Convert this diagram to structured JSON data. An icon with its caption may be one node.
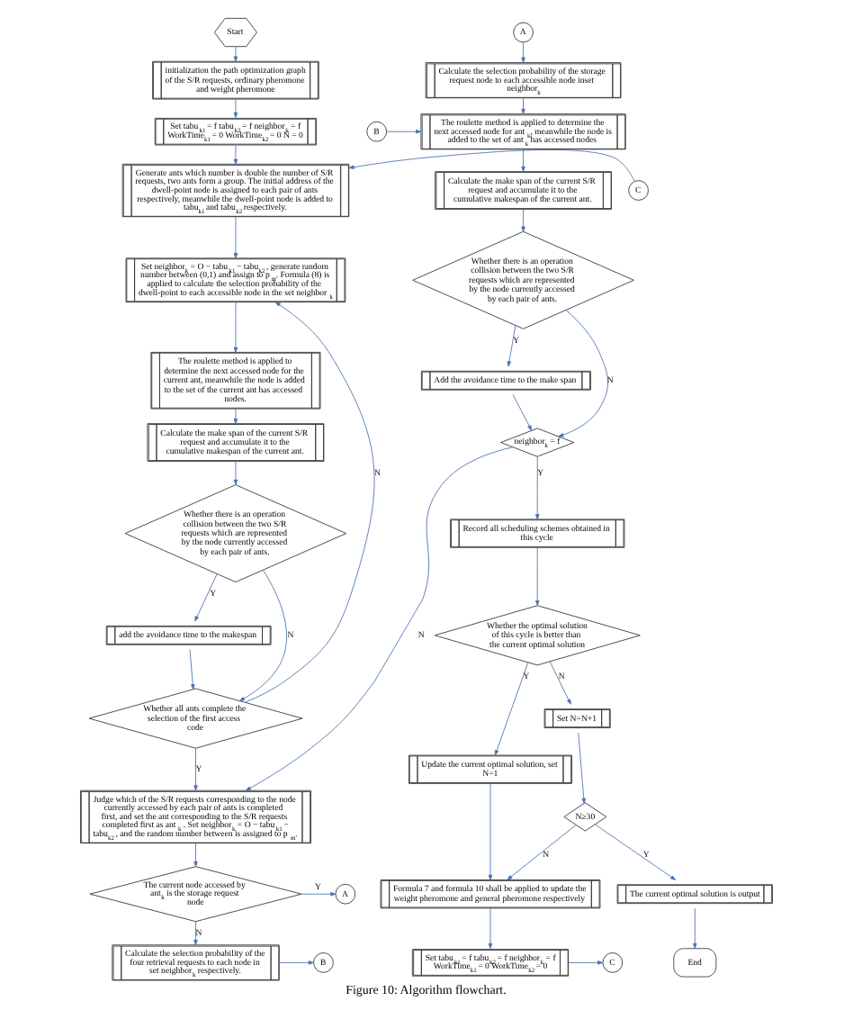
{
  "diagram": {
    "caption": "Figure 10: Algorithm flowchart.",
    "nodes": [
      {
        "text": [
          "Start"
        ]
      },
      {
        "text": [
          "initialization the path optimization graph of the S/R requests, ordinary pheromone and weight pheromone"
        ]
      },
      {
        "text": [
          "Set tabu$_{k1}$ = f tabu$_{k2}$ = f neighbor$_{k}$ = f WorkTime$_{k1}$ = 0 WorkTime$_{k2}$ = 0 N = 0"
        ]
      },
      {
        "text": [
          "Generate ants which number is double the number of S/R requests, two ants form a group. The initial address of the dwell-point node is assigned to each pair of ants respectively, meanwhile the dwell-point node is added to tabu$_{k1}$ and tabu$_{k2}$ respectively."
        ]
      },
      {
        "text": [
          "Set neighbor$_{k}$ = O − tabu$_{k1}$ − tabu$_{k2}$ , generate random number between (0,1) and assign to p$_{m}$. Formula (8) is applied to calculate the selection probability of the dwell-point to each accessible node in the set neighbor$_{k}$"
        ]
      },
      {
        "text": [
          "The roulette method is applied to determine the next accessed node for the current ant, meanwhile the node is added to the set of the current ant has accessed nodes."
        ]
      },
      {
        "text": [
          "Calculate the make span of the current S/R request and accumulate it to the cumulative makespan of the current ant."
        ]
      },
      {
        "text": [
          "Whether there is an operation collision between the two S/R requests which are represented by the node currently accessed by each pair of ants."
        ]
      },
      {
        "text": [
          "add the avoidance time to the makespan"
        ]
      },
      {
        "text": [
          "Whether all ants complete the selection of the first access code"
        ]
      },
      {
        "text": [
          "Judge which of the S/R requests corresponding to the node currently accessed by each pair of ants is completed first, and set the ant corresponding to the S/R requests completed first as ant$_{k}$ . Set neighbor$_{k}$ = O − tabu$_{k1}$ − tabu$_{k2}$ , and the random number between is assigned to p$_{m}$."
        ]
      },
      {
        "text": [
          "The current node accessed by ant$_{k}$ is the storage request node"
        ]
      },
      {
        "text": [
          "Calculate the selection probability of the four retrieval requests to each node in set neighbor$_{k}$ respectively."
        ]
      },
      {
        "text": [
          "A"
        ]
      },
      {
        "text": [
          "B"
        ]
      },
      {
        "text": [
          "A"
        ]
      },
      {
        "text": [
          "Calculate the selection probability of the storage request node to each accessible node inset neighbor$_{k}$"
        ]
      },
      {
        "text": [
          "B"
        ]
      },
      {
        "text": [
          "The roulette method is applied to determine the next accessed node for ant$_{k}$, meanwhile the node is added to the set of ant$_{k}$ has accessed nodes"
        ]
      },
      {
        "text": [
          "Calculate the make span of the current S/R request and accumulate it to the cumulative makespan of the current ant."
        ]
      },
      {
        "text": [
          "Whether there is an operation collision between the two S/R requests which are represented by the node currently accessed by each pair of ants."
        ]
      },
      {
        "text": [
          "Add the avoidance time to the make span"
        ]
      },
      {
        "text": [
          "neighbor$_{k}$ = f"
        ]
      },
      {
        "text": [
          "Record all scheduling schemes obtained in this cycle"
        ]
      },
      {
        "text": [
          "Whether the optimal solution of this cycle is better than the current optimal solution"
        ]
      },
      {
        "text": [
          "Update the current optimal solution, set N=1"
        ]
      },
      {
        "text": [
          "Set N=N+1"
        ]
      },
      {
        "text": [
          "N≥30"
        ]
      },
      {
        "text": [
          "Formula 7 and formula 10 shall be applied to update the weight pheromone and general pheromone respectively"
        ]
      },
      {
        "text": [
          "Set tabu$_{k1}$ = f tabu$_{k2}$ = f neighbor$_{k}$ = f WorkTime$_{k1}$ = 0 WorkTime$_{k2}$ = 0"
        ]
      },
      {
        "text": [
          "C"
        ]
      },
      {
        "text": [
          "The current optimal solution is output"
        ]
      },
      {
        "text": [
          "End"
        ]
      },
      {
        "text": [
          "C"
        ]
      }
    ],
    "edges": [
      {
        "from": 0,
        "to": 1,
        "arrow": "to"
      },
      {
        "from": 1,
        "to": 2,
        "arrow": "to"
      },
      {
        "from": 2,
        "to": 3,
        "arrow": "to"
      },
      {
        "from": 3,
        "to": 4,
        "arrow": "to"
      },
      {
        "from": 4,
        "to": 5,
        "arrow": "to"
      },
      {
        "from": 5,
        "to": 6,
        "arrow": "to"
      },
      {
        "from": 6,
        "to": 7,
        "arrow": "to"
      },
      {
        "from": 7,
        "to": 8,
        "arrow": "to",
        "label": "Y"
      },
      {
        "from": 7,
        "to": 9,
        "arrow": "to",
        "label": "N"
      },
      {
        "from": 8,
        "to": 9,
        "arrow": "to"
      },
      {
        "from": 9,
        "to": 4,
        "arrow": "to",
        "label": "N"
      },
      {
        "from": 9,
        "to": 10,
        "arrow": "to",
        "label": "Y"
      },
      {
        "from": 10,
        "to": 11,
        "arrow": "to"
      },
      {
        "from": 11,
        "to": 13,
        "arrow": "to",
        "label": "Y"
      },
      {
        "from": 11,
        "to": 12,
        "arrow": "to",
        "label": "N"
      },
      {
        "from": 12,
        "to": 14,
        "arrow": "to"
      },
      {
        "from": 15,
        "to": 16,
        "arrow": "to"
      },
      {
        "from": 16,
        "to": 18,
        "arrow": "to"
      },
      {
        "from": 17,
        "to": 18,
        "arrow": "to"
      },
      {
        "from": 18,
        "to": 19,
        "arrow": "to"
      },
      {
        "from": 19,
        "to": 20,
        "arrow": "to"
      },
      {
        "from": 20,
        "to": 21,
        "arrow": "to",
        "label": "Y"
      },
      {
        "from": 20,
        "to": 22,
        "arrow": "to",
        "label": "N"
      },
      {
        "from": 21,
        "to": 22,
        "arrow": "to"
      },
      {
        "from": 22,
        "to": 23,
        "arrow": "to",
        "label": "Y"
      },
      {
        "from": 22,
        "to": 10,
        "arrow": "to",
        "label": "N"
      },
      {
        "from": 23,
        "to": 24,
        "arrow": "to"
      },
      {
        "from": 24,
        "to": 25,
        "arrow": "to",
        "label": "Y"
      },
      {
        "from": 24,
        "to": 26,
        "arrow": "to",
        "label": "N"
      },
      {
        "from": 25,
        "to": 28,
        "arrow": "to"
      },
      {
        "from": 26,
        "to": 27,
        "arrow": "to"
      },
      {
        "from": 27,
        "to": 28,
        "arrow": "to",
        "label": "N"
      },
      {
        "from": 27,
        "to": 31,
        "arrow": "to",
        "label": "Y"
      },
      {
        "from": 28,
        "to": 29,
        "arrow": "to"
      },
      {
        "from": 29,
        "to": 30,
        "arrow": "to"
      },
      {
        "from": 31,
        "to": 32,
        "arrow": "to"
      },
      {
        "from": 33,
        "to": 3,
        "arrow": "to"
      }
    ]
  }
}
